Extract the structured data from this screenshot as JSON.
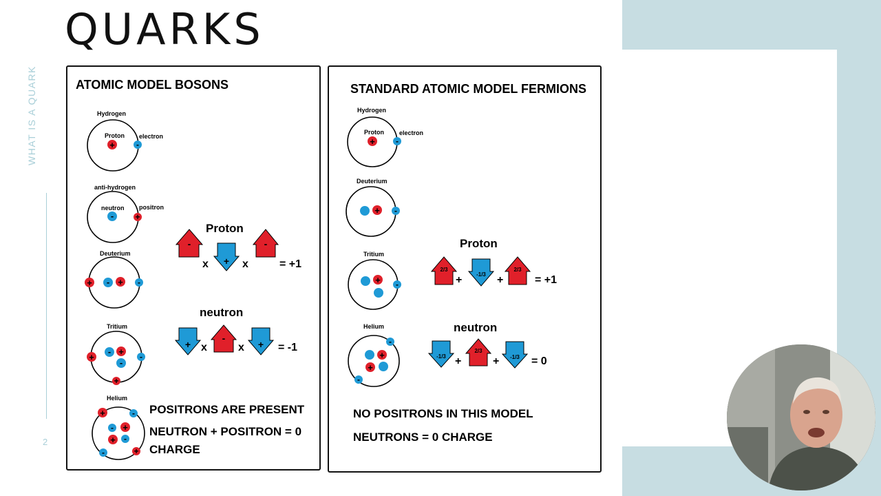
{
  "slide": {
    "title": "QUARKS",
    "side_label": "WHAT IS A QUARK",
    "page_number": "2"
  },
  "left_panel": {
    "heading": "ATOMIC MODEL BOSONS",
    "atoms": [
      {
        "name": "Hydrogen",
        "labels": [
          "Proton",
          "electron"
        ]
      },
      {
        "name": "anti-hydrogen",
        "labels": [
          "neutron",
          "positron"
        ]
      },
      {
        "name": "Deuterium",
        "labels": []
      },
      {
        "name": "Tritium",
        "labels": []
      },
      {
        "name": "Helium",
        "labels": []
      }
    ],
    "proton": {
      "title": "Proton",
      "charges": [
        "-",
        "+",
        "-"
      ],
      "operators": [
        "x",
        "x"
      ],
      "result": "= +1"
    },
    "neutron": {
      "title": "neutron",
      "charges": [
        "+",
        "-",
        "+"
      ],
      "operators": [
        "x",
        "x"
      ],
      "result": "= -1"
    },
    "notes": [
      "POSITRONS ARE PRESENT",
      "NEUTRON + POSITRON = 0",
      "CHARGE"
    ]
  },
  "right_panel": {
    "heading": "STANDARD ATOMIC MODEL FERMIONS",
    "atoms": [
      {
        "name": "Hydrogen",
        "labels": [
          "Proton",
          "electron"
        ]
      },
      {
        "name": "Deuterium",
        "labels": []
      },
      {
        "name": "Tritium",
        "labels": []
      },
      {
        "name": "Helium",
        "labels": []
      }
    ],
    "proton": {
      "title": "Proton",
      "charges": [
        "2/3",
        "-1/3",
        "2/3"
      ],
      "operators": [
        "+",
        "+"
      ],
      "result": "= +1"
    },
    "neutron": {
      "title": "neutron",
      "charges": [
        "-1/3",
        "2/3",
        "-1/3"
      ],
      "operators": [
        "+",
        "+"
      ],
      "result": "= 0"
    },
    "notes": [
      "NO POSITRONS IN THIS MODEL",
      "NEUTRONS = 0 CHARGE"
    ]
  },
  "colors": {
    "accent_teal": "#c7dde2",
    "side_text": "#a9cfd8",
    "particle_red": "#e0202a",
    "particle_blue": "#1f9ad6"
  },
  "icons": {
    "up_quark": "red-up-arrow-icon",
    "down_quark": "blue-down-arrow-icon"
  }
}
